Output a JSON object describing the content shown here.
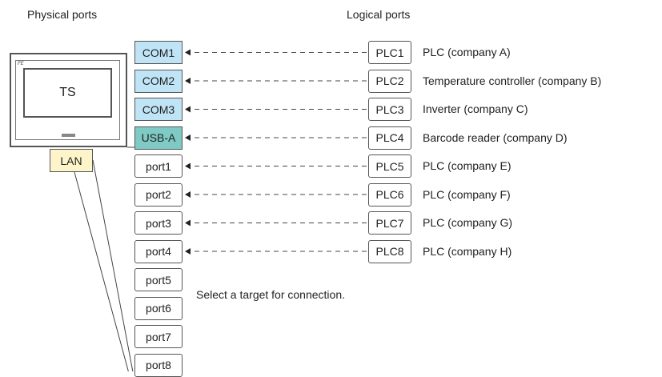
{
  "headers": {
    "physical": "Physical ports",
    "logical": "Logical ports"
  },
  "device": {
    "label": "TS",
    "logo_text": "FE"
  },
  "lan_label": "LAN",
  "physical_ports": [
    {
      "label": "COM1",
      "kind": "com"
    },
    {
      "label": "COM2",
      "kind": "com"
    },
    {
      "label": "COM3",
      "kind": "com"
    },
    {
      "label": "USB-A",
      "kind": "usb"
    },
    {
      "label": "port1",
      "kind": "port"
    },
    {
      "label": "port2",
      "kind": "port"
    },
    {
      "label": "port3",
      "kind": "port"
    },
    {
      "label": "port4",
      "kind": "port"
    },
    {
      "label": "port5",
      "kind": "port"
    },
    {
      "label": "port6",
      "kind": "port"
    },
    {
      "label": "port7",
      "kind": "port"
    },
    {
      "label": "port8",
      "kind": "port"
    }
  ],
  "logical_ports": [
    {
      "label": "PLC1",
      "description": "PLC (company A)"
    },
    {
      "label": "PLC2",
      "description": "Temperature controller (company B)"
    },
    {
      "label": "PLC3",
      "description": "Inverter (company C)"
    },
    {
      "label": "PLC4",
      "description": "Barcode reader (company D)"
    },
    {
      "label": "PLC5",
      "description": "PLC (company E)"
    },
    {
      "label": "PLC6",
      "description": "PLC (company F)"
    },
    {
      "label": "PLC7",
      "description": "PLC (company G)"
    },
    {
      "label": "PLC8",
      "description": "PLC (company H)"
    }
  ],
  "note": "Select a target for connection.",
  "colors": {
    "com": "#bfe4f6",
    "usb": "#7fcac4",
    "lan": "#fdf5c9"
  }
}
